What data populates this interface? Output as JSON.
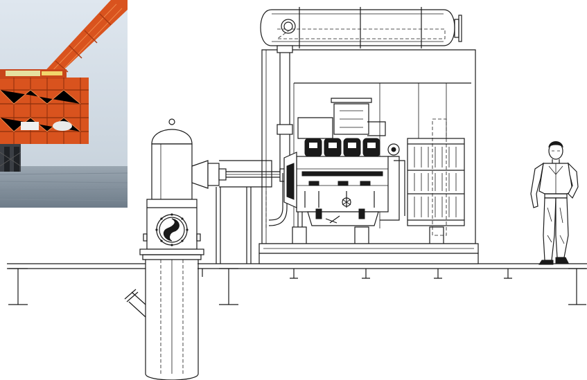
{
  "image": {
    "photo": {
      "subject": "offshore-oil-platform-photo"
    },
    "drawing": {
      "subject": "engine-driven-pump-package-elevation"
    },
    "figure": {
      "subject": "human-scale-figure"
    }
  },
  "colors": {
    "line": "#1a1a1a",
    "background": "#ffffff",
    "platform_orange": "#d9531e",
    "sky": "#cfd9e3",
    "sea": "#8a97a3"
  }
}
